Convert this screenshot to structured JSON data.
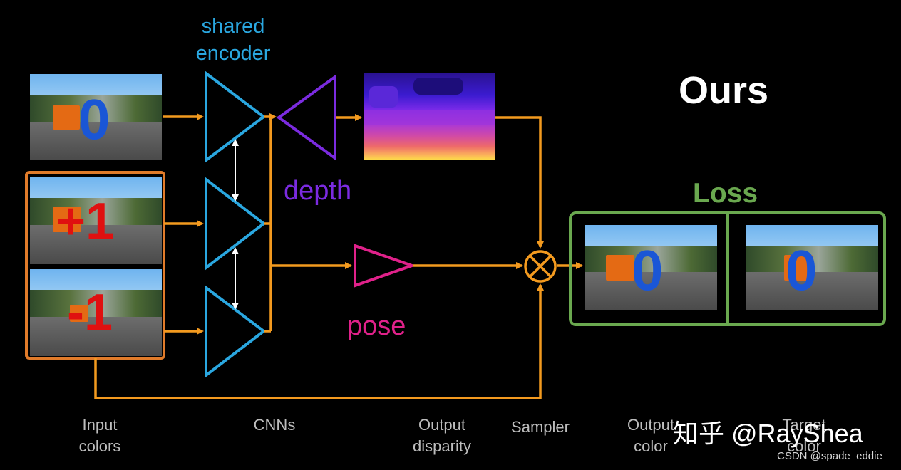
{
  "labels": {
    "shared_encoder": [
      "shared",
      "encoder"
    ],
    "ours": "Ours",
    "depth": "depth",
    "pose": "pose",
    "loss": "Loss"
  },
  "frame_digits": {
    "top": "0",
    "middle": "+1",
    "bottom": "-1",
    "output": "0",
    "target": "0"
  },
  "bottom_labels": {
    "input": [
      "Input",
      "colors"
    ],
    "cnns": "CNNs",
    "output_disparity": [
      "Output",
      "disparity"
    ],
    "sampler": "Sampler",
    "output_color": [
      "Output",
      "color"
    ],
    "target_color": [
      "Target",
      "color"
    ]
  },
  "watermark": {
    "zhihu": "知乎 @RayShea",
    "csdn": "CSDN @spade_eddie"
  },
  "colors": {
    "arrow": "#f39a1f",
    "encoder": "#2aa7e0",
    "depth": "#7b2be0",
    "pose": "#e0218a",
    "loss": "#6aa84f",
    "input_box": "#e07b2a"
  }
}
